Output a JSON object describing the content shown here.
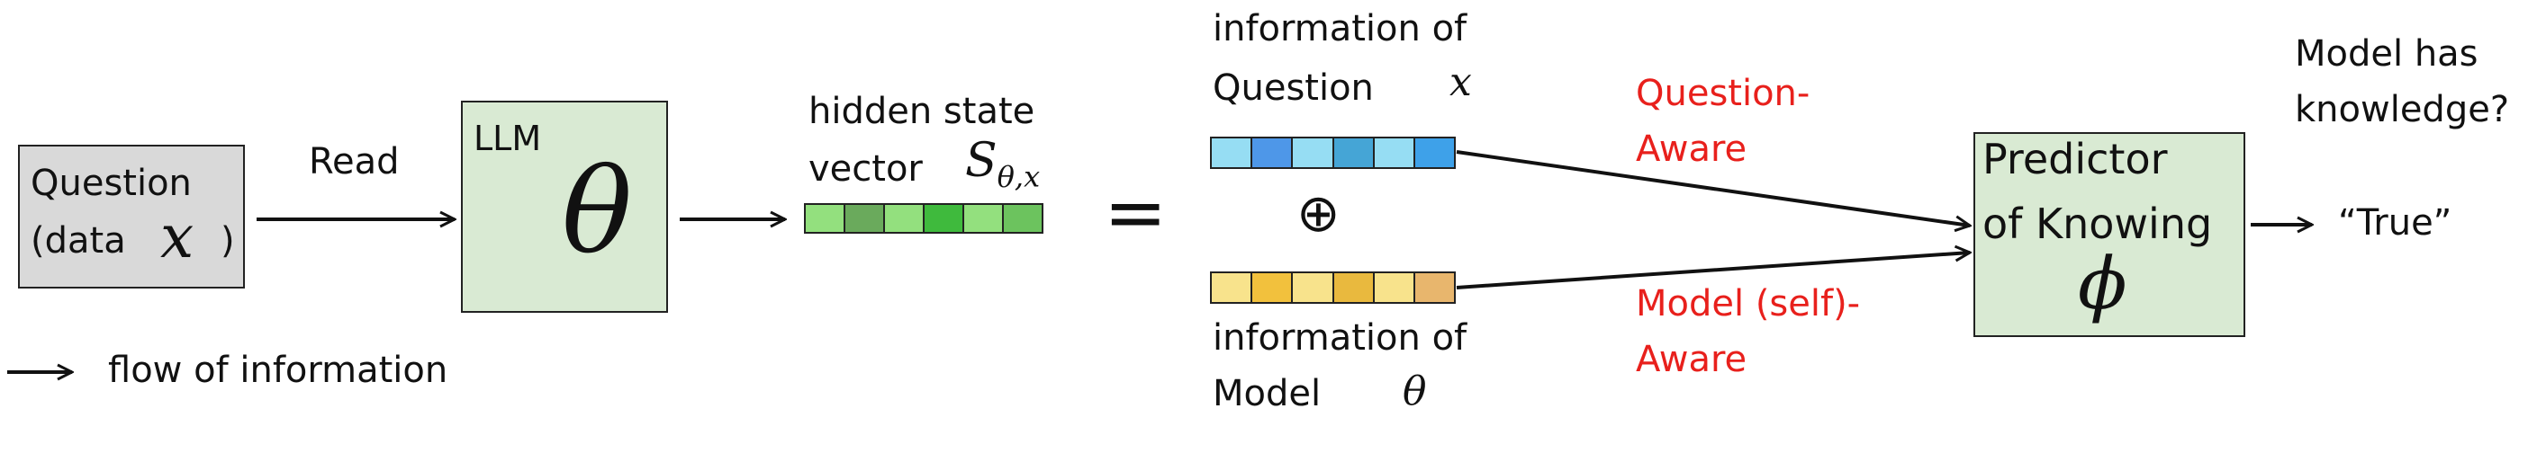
{
  "question_box": {
    "line1": "Question",
    "line2_prefix": "(data ",
    "var": "x",
    "line2_suffix": ")"
  },
  "read_label": "Read",
  "llm_box": {
    "label": "LLM",
    "param": "θ"
  },
  "hidden_state": {
    "line1": "hidden state",
    "line2": "vector",
    "symbol_main": "S",
    "symbol_sub": "θ,x"
  },
  "equals_sign": "=",
  "oplus_sign": "⊕",
  "question_info": {
    "line1": "information of",
    "line2": "Question",
    "var": "x"
  },
  "model_info": {
    "line1": "information of",
    "line2": "Model",
    "var": "θ"
  },
  "question_aware": {
    "line1": "Question-",
    "line2": "Aware"
  },
  "model_aware": {
    "line1": "Model (self)-",
    "line2": "Aware"
  },
  "predictor_box": {
    "line1": "Predictor",
    "line2": "of Knowing",
    "param": "ϕ"
  },
  "output_question": {
    "line1": "Model has",
    "line2": "knowledge?"
  },
  "output_value": "“True”",
  "legend": {
    "label": "flow of information"
  },
  "colors": {
    "box_fill": "#d9ead3",
    "question_fill": "#d9d9d9",
    "aware_red": "#e8201c",
    "hidden_cells": [
      "#93e07e",
      "#6aaa5c",
      "#93e07e",
      "#3fba3d",
      "#93e07e",
      "#6cc35e"
    ],
    "question_cells": [
      "#96ddf3",
      "#4e97e8",
      "#96ddf3",
      "#45a5d6",
      "#96ddf3",
      "#3ea1e9"
    ],
    "model_cells": [
      "#f8e38c",
      "#f2c13d",
      "#f8e38c",
      "#e9b93e",
      "#f8e38c",
      "#e8b66d"
    ]
  }
}
